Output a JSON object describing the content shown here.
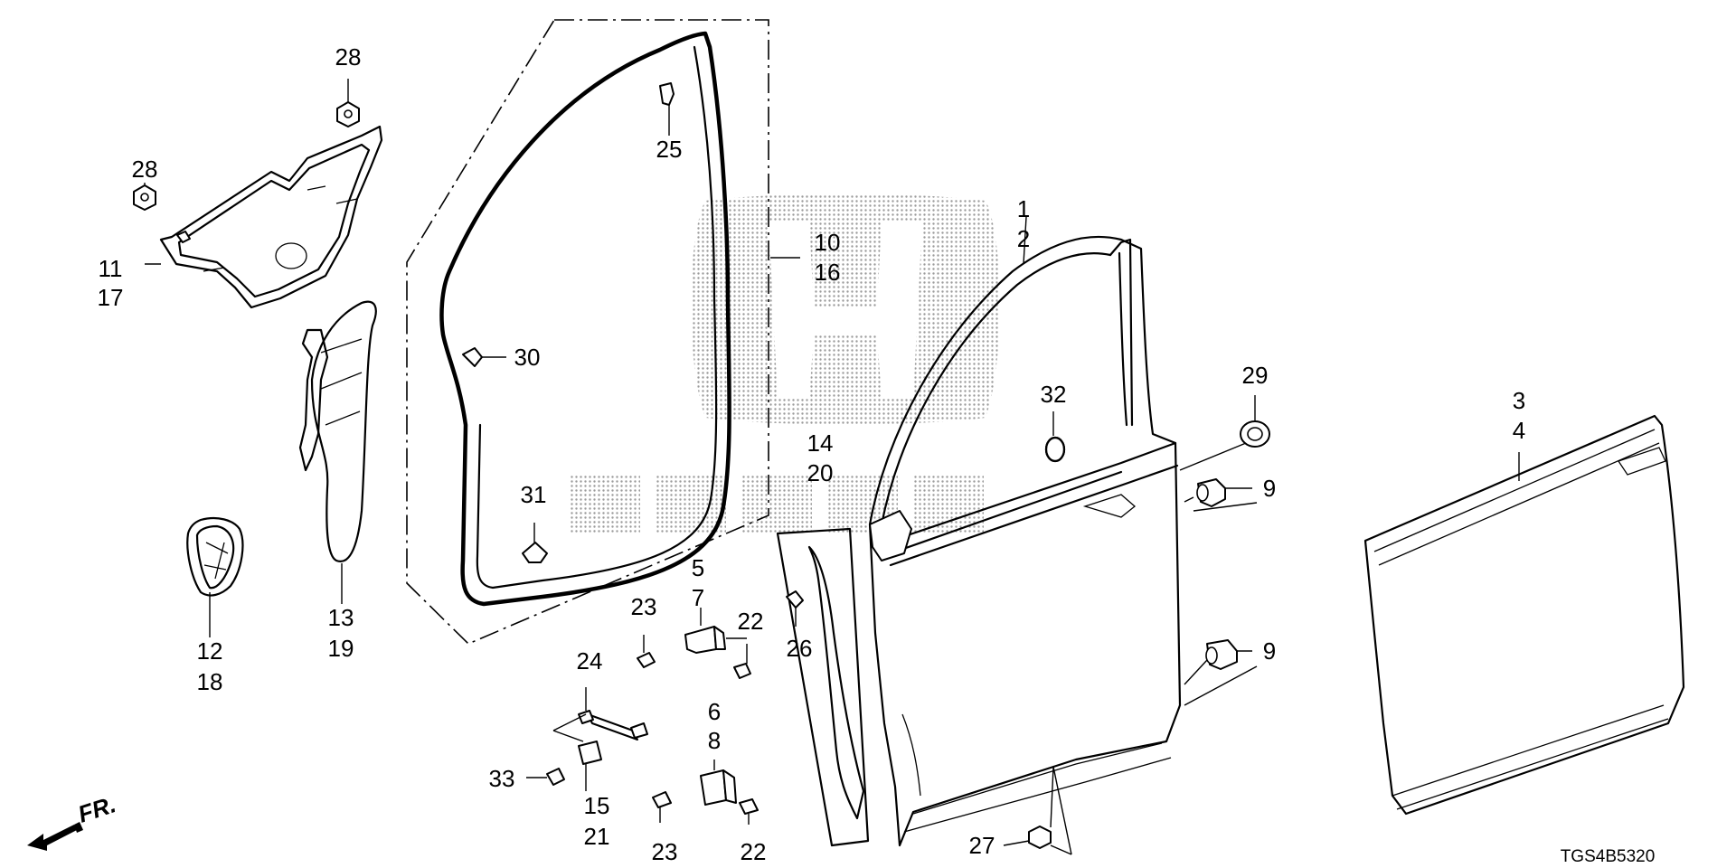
{
  "diagram_code": "TGS4B5320",
  "direction_label": "FR.",
  "watermark": {
    "brand": "HONDA"
  },
  "labels": {
    "p1": "1",
    "p2": "2",
    "p3": "3",
    "p4": "4",
    "p5": "5",
    "p7": "7",
    "p6": "6",
    "p8": "8",
    "p9a": "9",
    "p9b": "9",
    "p10": "10",
    "p16": "16",
    "p11": "11",
    "p17": "17",
    "p12": "12",
    "p18": "18",
    "p13": "13",
    "p19": "19",
    "p14": "14",
    "p20": "20",
    "p15": "15",
    "p21": "21",
    "p22a": "22",
    "p22b": "22",
    "p23a": "23",
    "p23b": "23",
    "p24": "24",
    "p25": "25",
    "p26": "26",
    "p27": "27",
    "p28a": "28",
    "p28b": "28",
    "p29": "29",
    "p30": "30",
    "p31": "31",
    "p32": "32",
    "p33": "33"
  }
}
